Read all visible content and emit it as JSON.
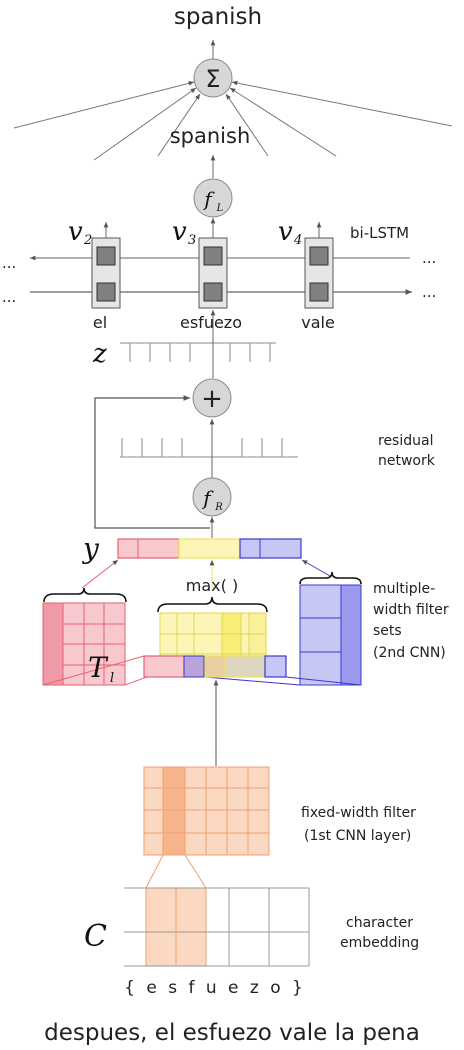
{
  "labels": {
    "output_top": "spanish",
    "output_mid": "spanish",
    "sum_symbol": "Σ",
    "plus_symbol": "+",
    "f_L": "f",
    "f_L_sub": "L",
    "f_R": "f",
    "f_R_sub": "R",
    "v2": "v",
    "v2_sub": "2",
    "v3": "v",
    "v3_sub": "3",
    "v4": "v",
    "v4_sub": "4",
    "bilstm": "bi-LSTM",
    "ellipsis": "...",
    "word_1": "el",
    "word_2": "esfuezo",
    "word_3": "vale",
    "z": "z",
    "residual_line1": "residual",
    "residual_line2": "network",
    "y": "y",
    "max": "max( )",
    "multi_line1": "multiple-",
    "multi_line2": "width filter",
    "multi_line3": "sets",
    "multi_line4": "(2nd CNN)",
    "T": "T",
    "T_sub": "l",
    "fixed_line1": "fixed-width filter",
    "fixed_line2": "(1st CNN layer)",
    "C": "C",
    "char_line1": "character",
    "char_line2": "embedding",
    "chars": "{ e s f u e z o }",
    "sentence": "despues, el esfuezo vale la pena"
  },
  "colors": {
    "red": "#e8606f",
    "red_fill": "#f7c9cf",
    "yellow": "#f2e15a",
    "yellow_fill": "#fbf5b8",
    "blue": "#3a3ad0",
    "blue_fill": "#c7c7f5",
    "orange": "#f0a070",
    "orange_fill": "#fbd8c1",
    "gray_node": "#d7d7d7",
    "dark_cell": "#808080"
  }
}
